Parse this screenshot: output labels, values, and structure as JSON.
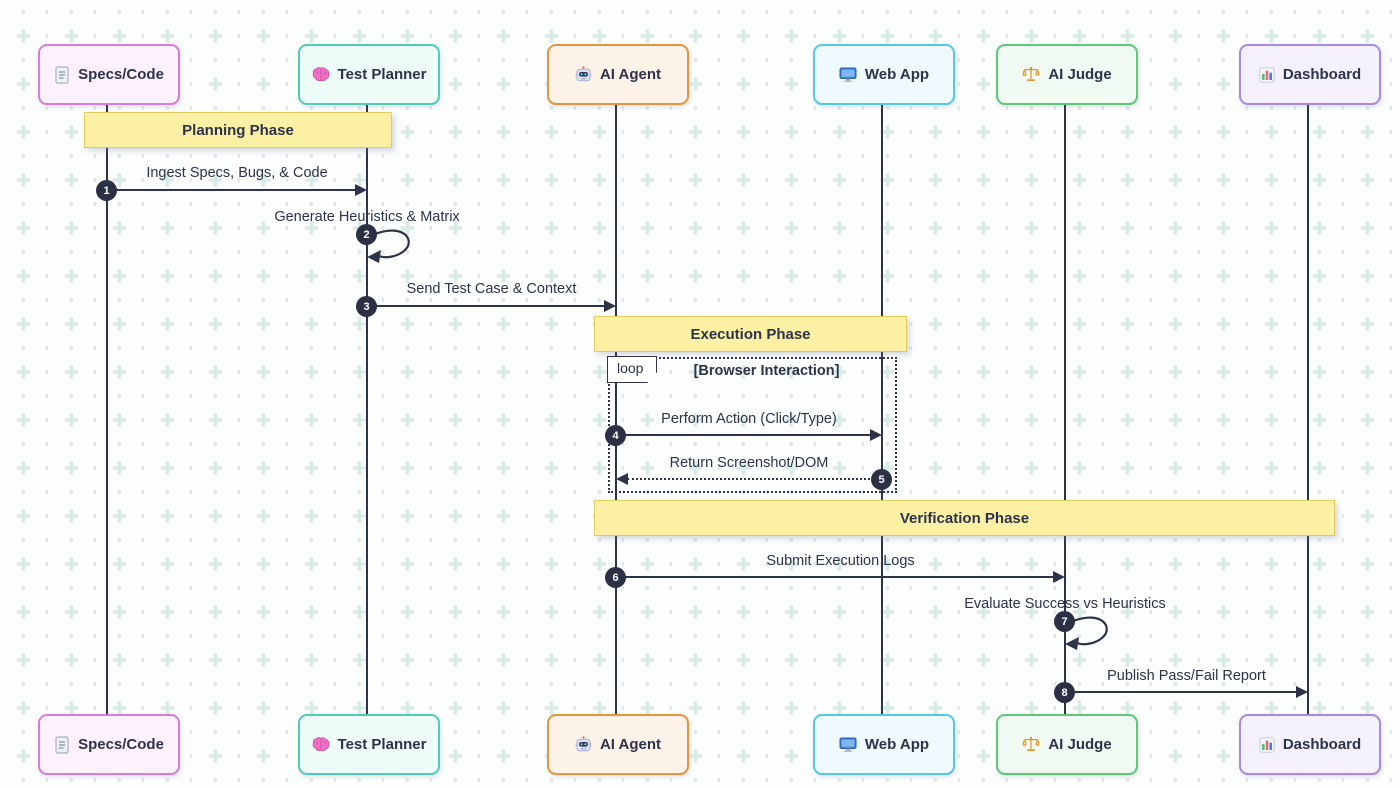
{
  "diagram": {
    "type": "sequence-diagram",
    "ink_color": "#2d3349",
    "background_color": "#fcfdfd",
    "background_plus_color": "#d8ebe6",
    "background_dot_color": "#e2e7eb",
    "chip_color": "#2b3045",
    "banner_fill": "#fbf0a3",
    "banner_border": "#e2cc5f"
  },
  "participants": [
    {
      "label": "Specs/Code",
      "icon": "document-icon",
      "border": "#d77cda",
      "fill": "#fdf1fd"
    },
    {
      "label": "Test Planner",
      "icon": "brain-icon",
      "border": "#4fccb6",
      "fill": "#eefcf8"
    },
    {
      "label": "AI Agent",
      "icon": "robot-icon",
      "border": "#e6953f",
      "fill": "#fdf3e8"
    },
    {
      "label": "Web App",
      "icon": "monitor-icon",
      "border": "#54c8e4",
      "fill": "#eefafd"
    },
    {
      "label": "AI Judge",
      "icon": "scales-icon",
      "border": "#5cc878",
      "fill": "#f0faf2"
    },
    {
      "label": "Dashboard",
      "icon": "bar-chart-icon",
      "border": "#a68adf",
      "fill": "#f4f1fc"
    }
  ],
  "phases": [
    {
      "label": "Planning Phase"
    },
    {
      "label": "Execution Phase"
    },
    {
      "label": "Verification Phase"
    }
  ],
  "loop_fragment": {
    "label": "loop",
    "condition": "[Browser Interaction]"
  },
  "messages": [
    {
      "seq": "1",
      "label": "Ingest Specs, Bugs, & Code",
      "from": "Specs/Code",
      "to": "Test Planner",
      "line": "solid"
    },
    {
      "seq": "2",
      "label": "Generate Heuristics & Matrix",
      "from": "Test Planner",
      "to": "Test Planner",
      "line": "self"
    },
    {
      "seq": "3",
      "label": "Send Test Case & Context",
      "from": "Test Planner",
      "to": "AI Agent",
      "line": "solid"
    },
    {
      "seq": "4",
      "label": "Perform Action (Click/Type)",
      "from": "AI Agent",
      "to": "Web App",
      "line": "solid"
    },
    {
      "seq": "5",
      "label": "Return Screenshot/DOM",
      "from": "Web App",
      "to": "AI Agent",
      "line": "dotted"
    },
    {
      "seq": "6",
      "label": "Submit Execution Logs",
      "from": "AI Agent",
      "to": "AI Judge",
      "line": "solid"
    },
    {
      "seq": "7",
      "label": "Evaluate Success vs Heuristics",
      "from": "AI Judge",
      "to": "AI Judge",
      "line": "self"
    },
    {
      "seq": "8",
      "label": "Publish Pass/Fail Report",
      "from": "AI Judge",
      "to": "Dashboard",
      "line": "solid"
    }
  ]
}
